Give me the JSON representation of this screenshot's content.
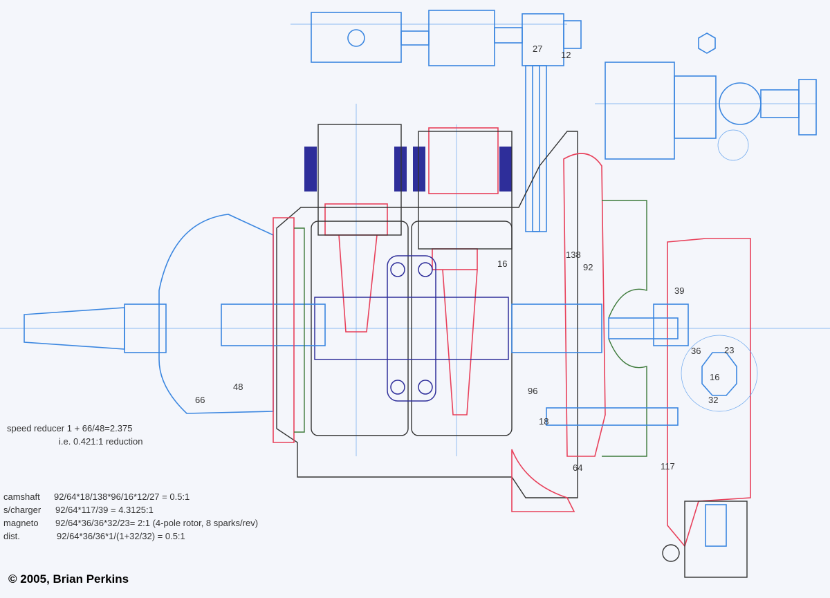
{
  "gear_labels": [
    "27",
    "12",
    "16",
    "138",
    "92",
    "39",
    "36",
    "23",
    "16",
    "32",
    "48",
    "66",
    "96",
    "18",
    "64",
    "117"
  ],
  "notes": {
    "speed_reducer_1": "speed reducer 1 + 66/48=2.375",
    "speed_reducer_2": "i.e. 0.421:1 reduction",
    "camshaft_label": "camshaft",
    "camshaft_formula": "92/64*18/138*96/16*12/27 = 0.5:1",
    "scharger_label": "s/charger",
    "scharger_formula": "92/64*117/39 = 4.3125:1",
    "magneto_label": "magneto",
    "magneto_formula": "92/64*36/36*32/23= 2:1 (4-pole rotor, 8 sparks/rev)",
    "dist_label": "dist.",
    "dist_formula": "92/64*36/36*1/(1+32/32) = 0.5:1"
  },
  "copyright": "© 2005, Brian Perkins",
  "colors": {
    "blue": "#3a86e0",
    "red": "#e8405a",
    "black": "#333333",
    "green": "#3d7a3a",
    "navy": "#2e2e9a"
  }
}
